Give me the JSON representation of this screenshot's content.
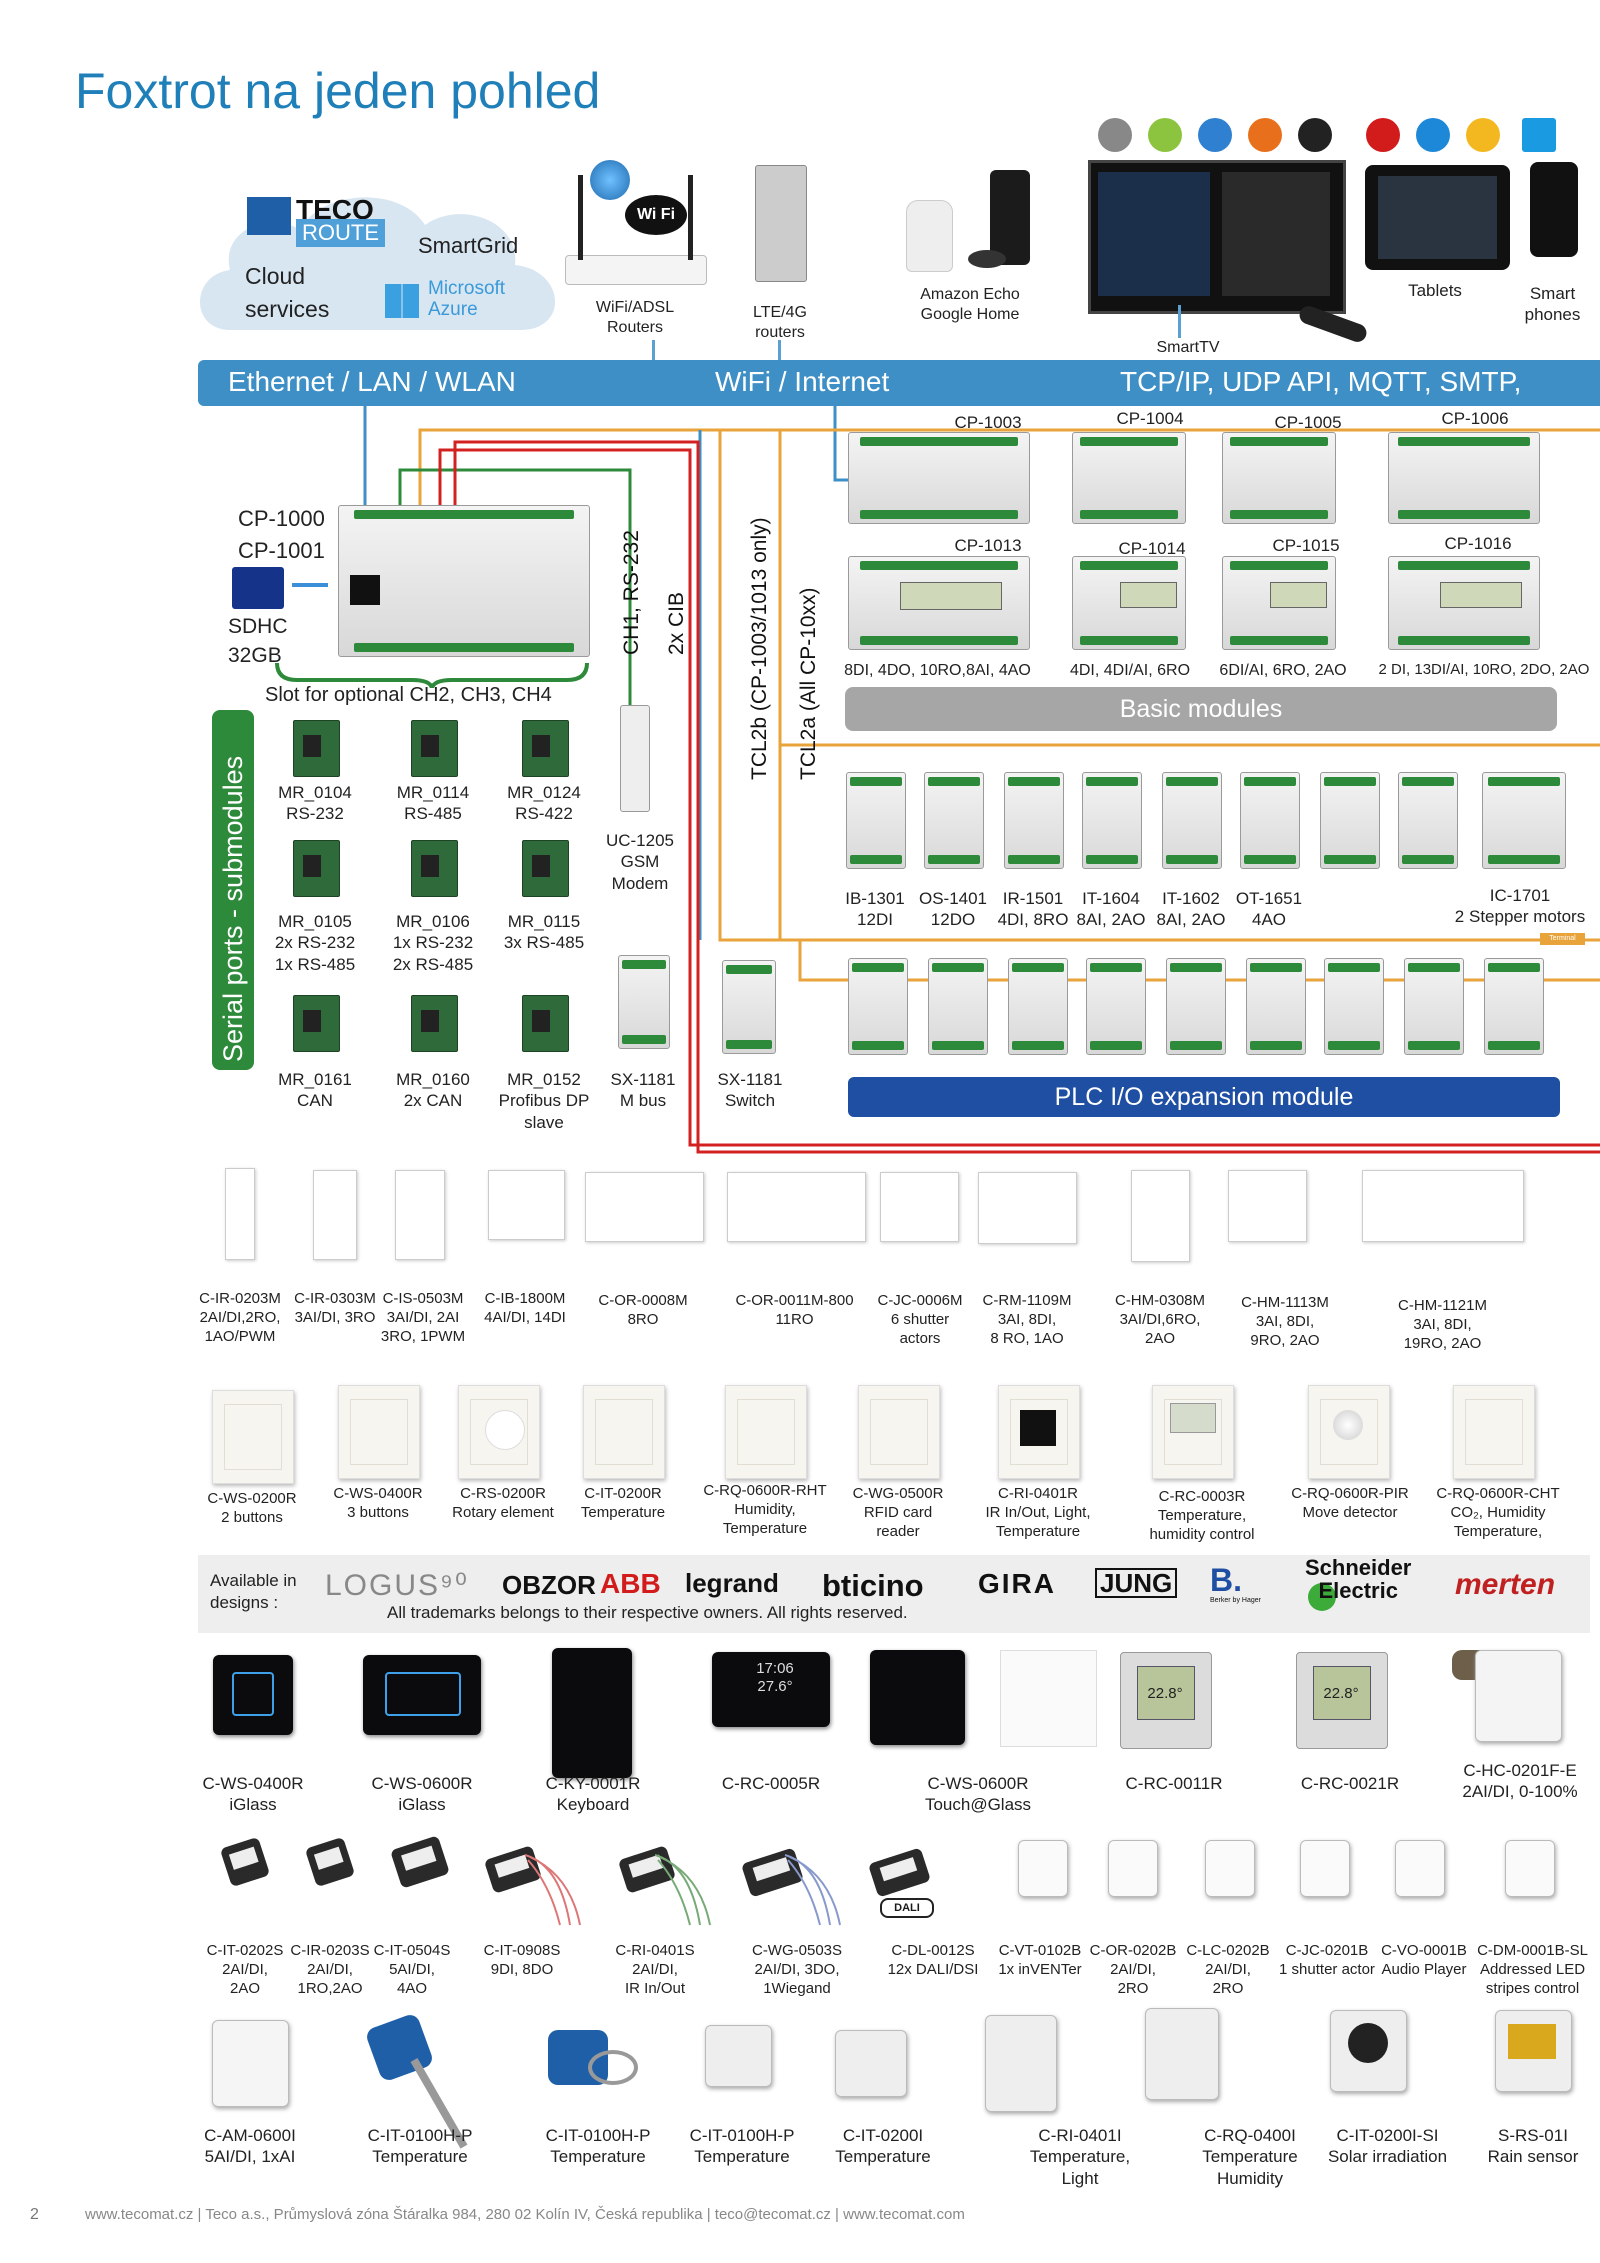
{
  "title": "Foxtrot na jeden pohled",
  "top": {
    "cloud": {
      "teco": "TECO",
      "route": "ROUTE",
      "smartgrid": "SmartGrid",
      "cloud_services": "Cloud\nservices",
      "azure": "Microsoft\nAzure"
    },
    "wifi_routers": "WiFi/ADSL\nRouters",
    "wifi_badge": "Wi Fi",
    "lte_routers": "LTE/4G\nrouters",
    "echo": "Amazon Echo\nGoogle Home",
    "smarttv": "SmartTV",
    "tablets": "Tablets",
    "phones": "Smart\nphones"
  },
  "bus": {
    "left": "Ethernet / LAN / WLAN",
    "mid": "WiFi / Internet",
    "right": "TCP/IP, UDP  API, MQTT, SMTP,"
  },
  "cpu": {
    "label": "CP-1000\nCP-1001",
    "sd": "SDHC\n32GB",
    "slot": "Slot for optional CH2, CH3, CH4",
    "ch1": "CH1, RS-232",
    "cib": "2x CIB",
    "tcl2b": "TCL2b  (CP-1003/1013  only)",
    "tcl2a": "TCL2a  (All CP-10xx)"
  },
  "serial_title": "Serial ports - submodules",
  "submodules": [
    {
      "l": "MR_0104\nRS-232"
    },
    {
      "l": "MR_0114\nRS-485"
    },
    {
      "l": "MR_0124\nRS-422"
    },
    {
      "l": "MR_0105\n2x RS-232\n1x RS-485"
    },
    {
      "l": "MR_0106\n1x RS-232\n2x RS-485"
    },
    {
      "l": "MR_0115\n3x RS-485"
    },
    {
      "l": "MR_0161\nCAN"
    },
    {
      "l": "MR_0160\n2x CAN"
    },
    {
      "l": "MR_0152\nProfibus DP\nslave"
    }
  ],
  "uc1205": "UC-1205\nGSM\nModem",
  "sx1181m": "SX-1181\nM bus",
  "sx1181s": "SX-1181\nSwitch",
  "basic": {
    "top_labels": [
      "CP-1003",
      "CP-1004",
      "CP-1005",
      "CP-1006"
    ],
    "bot_labels": [
      "CP-1013",
      "CP-1014",
      "CP-1015",
      "CP-1016"
    ],
    "specs": [
      "8DI, 4DO, 10RO,8AI, 4AO",
      "4DI, 4DI/AI, 6RO",
      "6DI/AI, 6RO, 2AO",
      "2 DI, 13DI/AI, 10RO, 2DO, 2AO"
    ],
    "title": "Basic modules"
  },
  "cib_row": [
    {
      "l": "IB-1301\n12DI"
    },
    {
      "l": "OS-1401\n12DO"
    },
    {
      "l": "IR-1501\n4DI, 8RO"
    },
    {
      "l": "IT-1604\n8AI, 2AO"
    },
    {
      "l": "IT-1602\n8AI, 2AO"
    },
    {
      "l": "OT-1651\n4AO"
    },
    {
      "l": ""
    },
    {
      "l": ""
    },
    {
      "l": "IC-1701\n2 Stepper motors"
    }
  ],
  "terminal": "Terminal",
  "plc_title": "PLC I/O expansion module",
  "cib_modules": [
    {
      "l": "C-IR-0203M\n2AI/DI,2RO,\n1AO/PWM"
    },
    {
      "l": "C-IR-0303M\n3AI/DI, 3RO"
    },
    {
      "l": "C-IS-0503M\n3AI/DI, 2AI\n3RO, 1PWM"
    },
    {
      "l": "C-IB-1800M\n4AI/DI, 14DI"
    },
    {
      "l": "C-OR-0008M\n8RO"
    },
    {
      "l": "C-OR-0011M-800\n11RO"
    },
    {
      "l": "C-JC-0006M\n6 shutter\nactors"
    },
    {
      "l": "C-RM-1109M\n3AI, 8DI,\n8 RO, 1AO"
    },
    {
      "l": "C-HM-0308M\n3AI/DI,6RO,\n2AO"
    },
    {
      "l": "C-HM-1113M\n3AI, 8DI,\n9RO, 2AO"
    },
    {
      "l": "C-HM-1121M\n3AI, 8DI,\n19RO, 2AO"
    }
  ],
  "switches": [
    {
      "l": "C-WS-0200R\n2 buttons"
    },
    {
      "l": "C-WS-0400R\n3 buttons"
    },
    {
      "l": "C-RS-0200R\nRotary element"
    },
    {
      "l": "C-IT-0200R\nTemperature"
    },
    {
      "l": "C-RQ-0600R-RHT\nHumidity,\nTemperature"
    },
    {
      "l": "C-WG-0500R\nRFID card\nreader"
    },
    {
      "l": "C-RI-0401R\nIR In/Out, Light,\nTemperature"
    },
    {
      "l": "C-RC-0003R\nTemperature,\nhumidity control"
    },
    {
      "l": "C-RQ-0600R-PIR\nMove detector"
    },
    {
      "l": "C-RQ-0600R-CHT\nCO₂, Humidity\nTemperature,"
    }
  ],
  "designs": {
    "available": "Available in\ndesigns :",
    "trademarks": "All trademarks belongs to their respective owners. All rights reserved.",
    "brands": [
      "LOGUS⁹⁰",
      "OBZOR",
      "ABB",
      "legrand",
      "bticino",
      "GIRA",
      "JUNG",
      "B.",
      "Schneider\nElectric",
      "merten"
    ],
    "berker": "Berker by Hager"
  },
  "glass_row": [
    {
      "l": "C-WS-0400R\niGlass"
    },
    {
      "l": "C-WS-0600R\niGlass"
    },
    {
      "l": "C-KY-0001R\nKeyboard"
    },
    {
      "l": "C-RC-0005R"
    },
    {
      "l": "C-WS-0600R\nTouch@Glass"
    },
    {
      "l": "C-RC-0011R"
    },
    {
      "l": "C-RC-0021R"
    },
    {
      "l": "C-HC-0201F-E\n2AI/DI, 0-100%"
    }
  ],
  "glass_display": {
    "time": "17:06",
    "temp": "27.6°",
    "thermo1": "22.8°",
    "thermo2": "22.8°"
  },
  "small_row": [
    {
      "l": "C-IT-0202S\n2AI/DI,\n2AO"
    },
    {
      "l": "C-IR-0203S\n2AI/DI,\n1RO,2AO"
    },
    {
      "l": "C-IT-0504S\n5AI/DI,\n4AO"
    },
    {
      "l": "C-IT-0908S\n9DI, 8DO"
    },
    {
      "l": "C-RI-0401S\n2AI/DI,\nIR In/Out"
    },
    {
      "l": "C-WG-0503S\n2AI/DI, 3DO,\n1Wiegand"
    },
    {
      "l": "C-DL-0012S\n12x DALI/DSI"
    },
    {
      "l": "C-VT-0102B\n1x inVENTer"
    },
    {
      "l": "C-OR-0202B\n2AI/DI,\n2RO"
    },
    {
      "l": "C-LC-0202B\n2AI/DI,\n2RO"
    },
    {
      "l": "C-JC-0201B\n1 shutter actor"
    },
    {
      "l": "C-VO-0001B\nAudio Player"
    },
    {
      "l": "C-DM-0001B-SL\nAddressed LED\nstripes control"
    }
  ],
  "dali": "DALI",
  "sensor_row": [
    {
      "l": "C-AM-0600I\n5AI/DI, 1xAI"
    },
    {
      "l": "C-IT-0100H-P\nTemperature"
    },
    {
      "l": "C-IT-0100H-P\nTemperature"
    },
    {
      "l": "C-IT-0100H-P\nTemperature"
    },
    {
      "l": "C-IT-0200I\nTemperature"
    },
    {
      "l": "C-RI-0401I\nTemperature,\nLight"
    },
    {
      "l": "C-RQ-0400I\nTemperature\nHumidity"
    },
    {
      "l": "C-IT-0200I-SI\nSolar irradiation"
    },
    {
      "l": "S-RS-01I\nRain sensor"
    }
  ],
  "footer": {
    "page": "2",
    "text": "www.tecomat.cz  |  Teco a.s., Průmyslová zóna Štáralka 984, 280 02 Kolín IV, Česká republika  |  teco@tecomat.cz  |  www.tecomat.com"
  },
  "colors": {
    "accent": "#1f7fb8",
    "bus": "#3d8fc6",
    "green": "#2d8a3a",
    "red": "#d32020",
    "orange": "#e8a33a",
    "navy": "#1f4fa3"
  }
}
